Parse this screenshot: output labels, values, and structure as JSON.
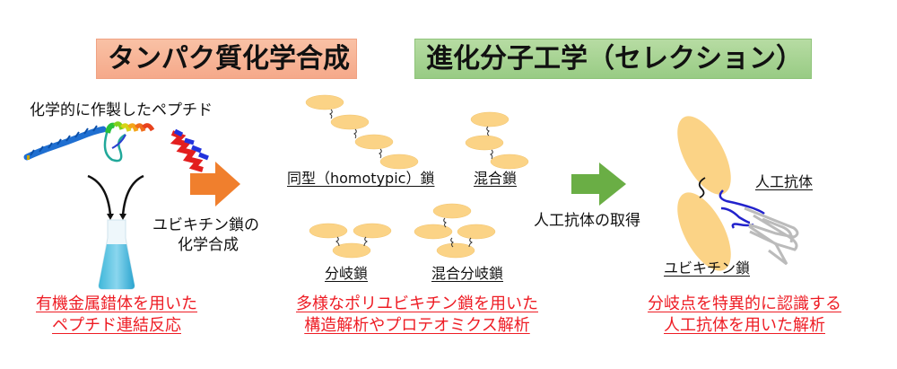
{
  "headers": {
    "chemical_synthesis": "タンパク質化学合成",
    "evolutionary_engineering": "進化分子工学（セレクション）"
  },
  "left": {
    "peptides_label": "化学的に作製したペプチド",
    "arrow_label_line1": "ユビキチン鎖の",
    "arrow_label_line2": "化学合成",
    "conclusion_line1": "有機金属錯体を用いた",
    "conclusion_line2": "ペプチド連結反応"
  },
  "middle": {
    "chain_types": [
      {
        "label": "同型（homotypic）鎖"
      },
      {
        "label": "混合鎖"
      },
      {
        "label": "分岐鎖"
      },
      {
        "label": "混合分岐鎖"
      }
    ],
    "arrow_label": "人工抗体の取得",
    "conclusion_line1": "多様なポリユビキチン鎖を用いた",
    "conclusion_line2": "構造解析やプロテオミクス解析"
  },
  "right": {
    "antibody_label": "人工抗体",
    "ubiquitin_label": "ユビキチン鎖",
    "conclusion_line1": "分岐点を特異的に認識する",
    "conclusion_line2": "人工抗体を用いた解析"
  },
  "colors": {
    "chem_header": "#f6b394",
    "evo_header": "#a6d391",
    "orange_arrow": "#f07f2d",
    "green_arrow": "#6aae45",
    "ubiquitin": "#fbd386",
    "emphasis_red": "#ee1c24"
  }
}
